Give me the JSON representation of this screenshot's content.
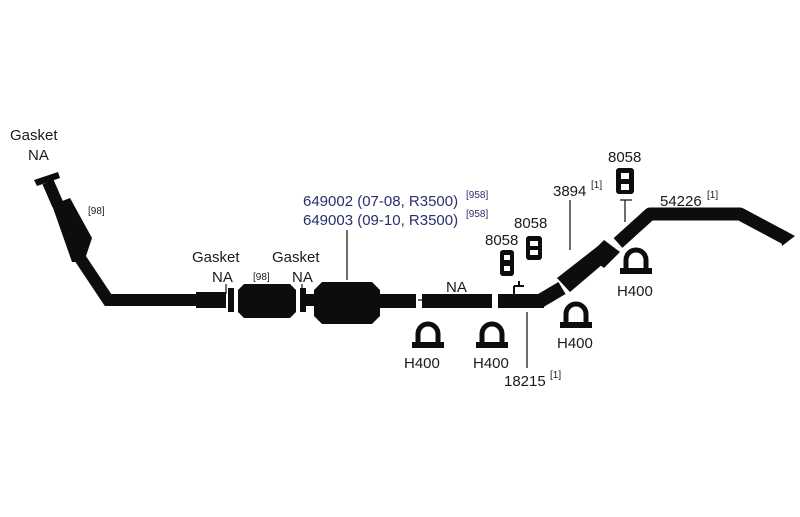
{
  "diagram": {
    "labels": {
      "gasket_left": "Gasket",
      "gasket_left_na": "NA",
      "ref_98_top": "[98]",
      "gasket_mid1": "Gasket",
      "gasket_mid1_na": "NA",
      "ref_98_mid": "[98]",
      "gasket_mid2": "Gasket",
      "gasket_mid2_na": "NA",
      "part_649002": "649002 (07-08, R3500)",
      "part_649002_ref": "[958]",
      "part_649003": "649003 (09-10, R3500)",
      "part_649003_ref": "[958]",
      "pipe_na": "NA",
      "hanger_8058_a": "8058",
      "hanger_8058_b": "8058",
      "hanger_8058_c": "8058",
      "part_3894": "3894",
      "part_3894_ref": "[1]",
      "part_54226": "54226",
      "part_54226_ref": "[1]",
      "part_18215": "18215",
      "part_18215_ref": "[1]",
      "clamp_h400_1": "H400",
      "clamp_h400_2": "H400",
      "clamp_h400_3": "H400",
      "clamp_h400_4": "H400"
    },
    "colors": {
      "part": "#0d0d0d",
      "text": "#1a1a1a",
      "highlight_text": "#2a2f6b"
    }
  }
}
